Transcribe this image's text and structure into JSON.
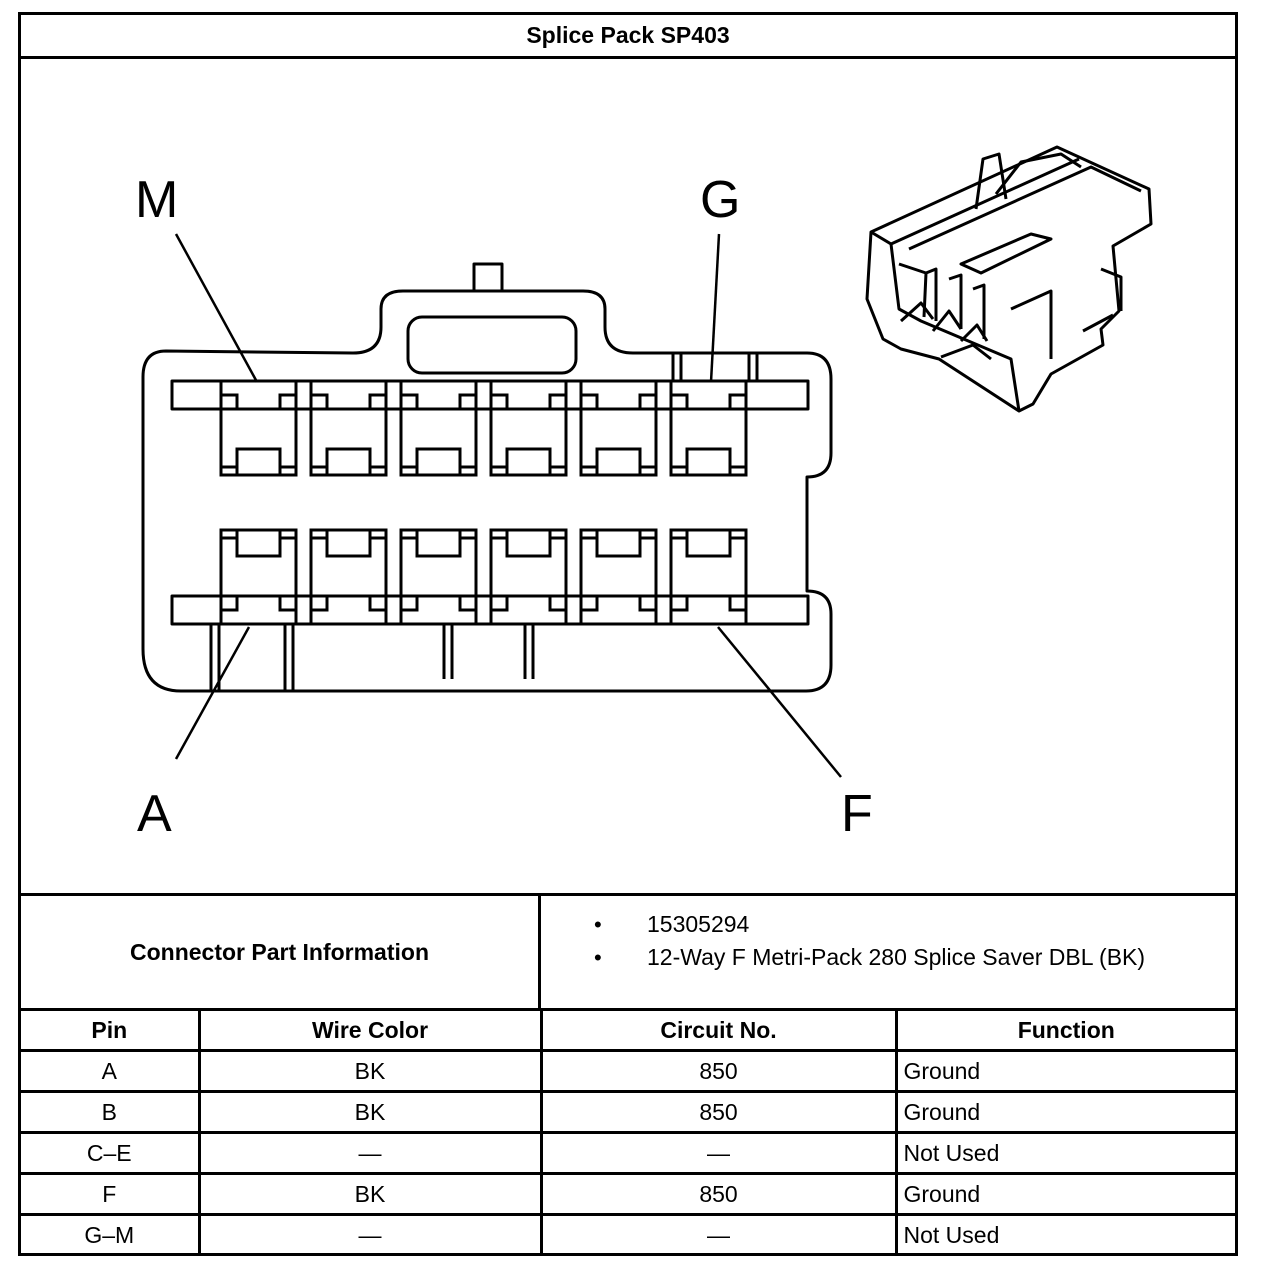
{
  "title": "Splice Pack SP403",
  "pin_labels": {
    "top_left": "M",
    "top_right": "G",
    "bottom_left": "A",
    "bottom_right": "F"
  },
  "connector_info": {
    "label": "Connector Part Information",
    "items": [
      "15305294",
      "12-Way F Metri-Pack 280 Splice Saver DBL (BK)"
    ]
  },
  "table": {
    "headers": [
      "Pin",
      "Wire Color",
      "Circuit No.",
      "Function"
    ],
    "rows": [
      [
        "A",
        "BK",
        "850",
        "Ground"
      ],
      [
        "B",
        "BK",
        "850",
        "Ground"
      ],
      [
        "C–E",
        "—",
        "—",
        "Not Used"
      ],
      [
        "F",
        "BK",
        "850",
        "Ground"
      ],
      [
        "G–M",
        "—",
        "—",
        "Not Used"
      ]
    ]
  }
}
